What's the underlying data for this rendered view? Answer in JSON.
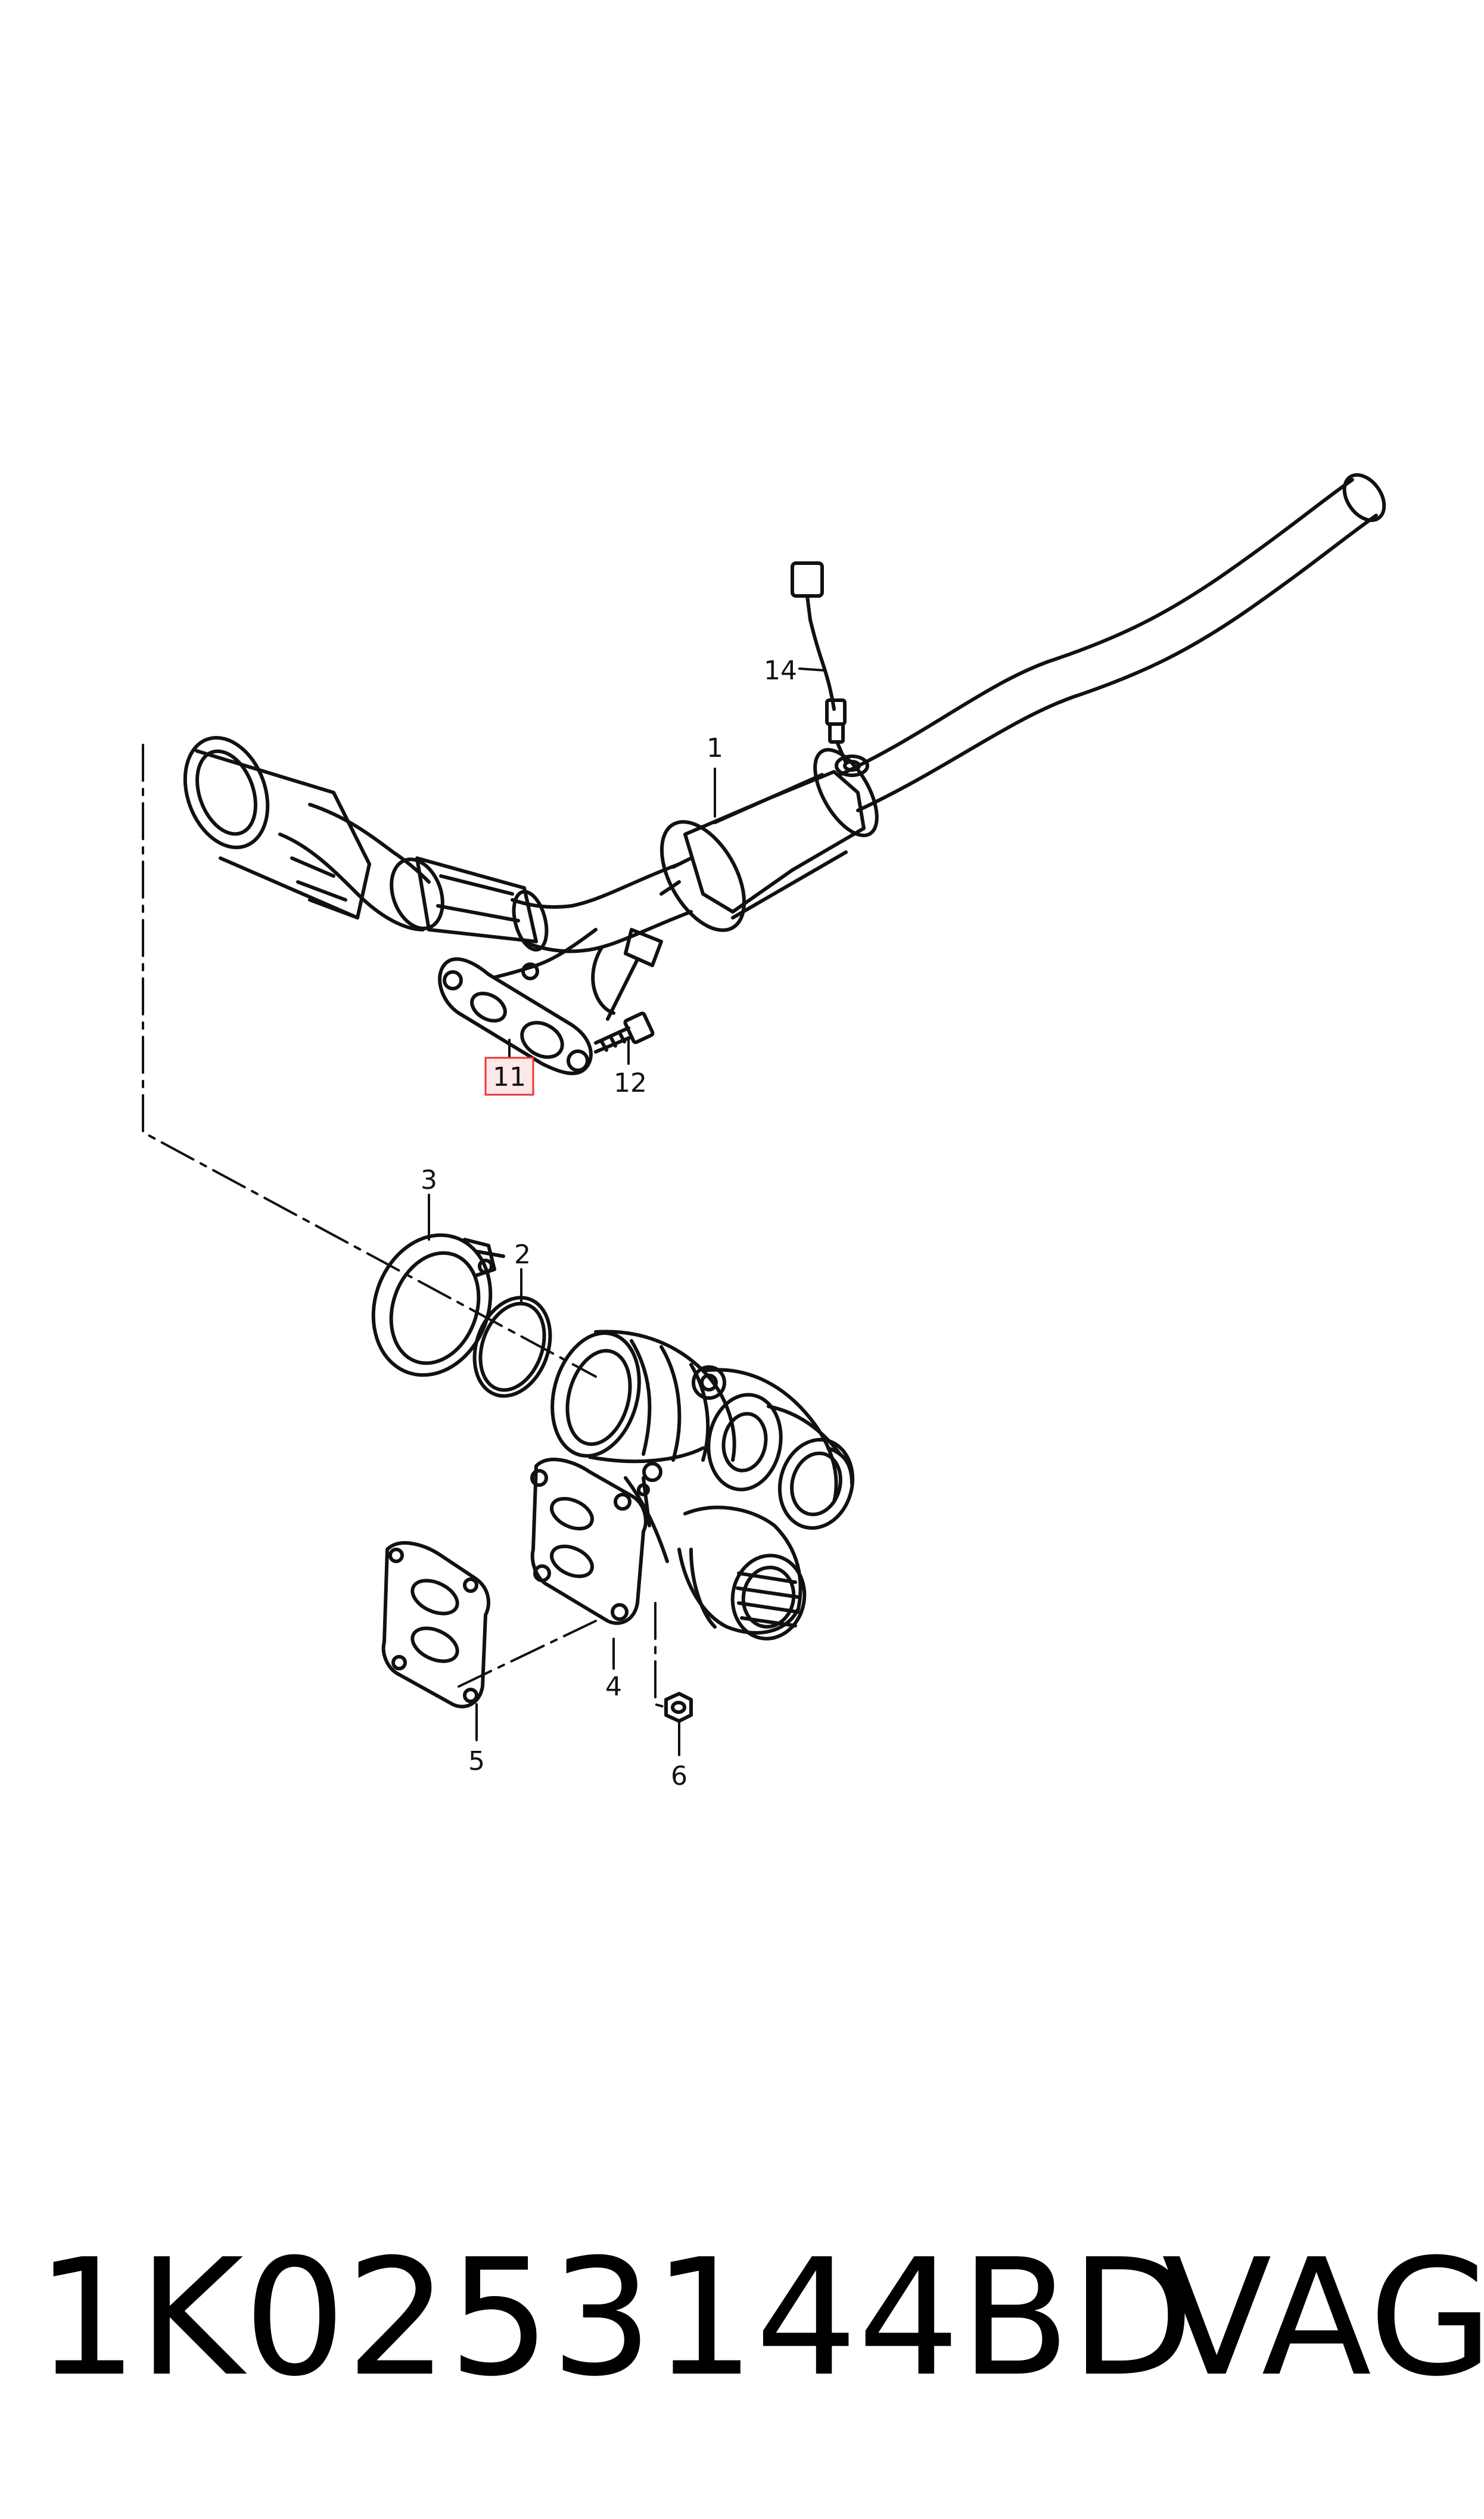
{
  "callouts": {
    "c1": "1",
    "c2": "2",
    "c3": "3",
    "c4": "4",
    "c5": "5",
    "c6": "6",
    "c11": "11",
    "c12": "12",
    "c14": "14"
  },
  "highlight_color": "#e8363a",
  "caption": {
    "part_number": "1K0253144BD",
    "brand": "VAG"
  }
}
